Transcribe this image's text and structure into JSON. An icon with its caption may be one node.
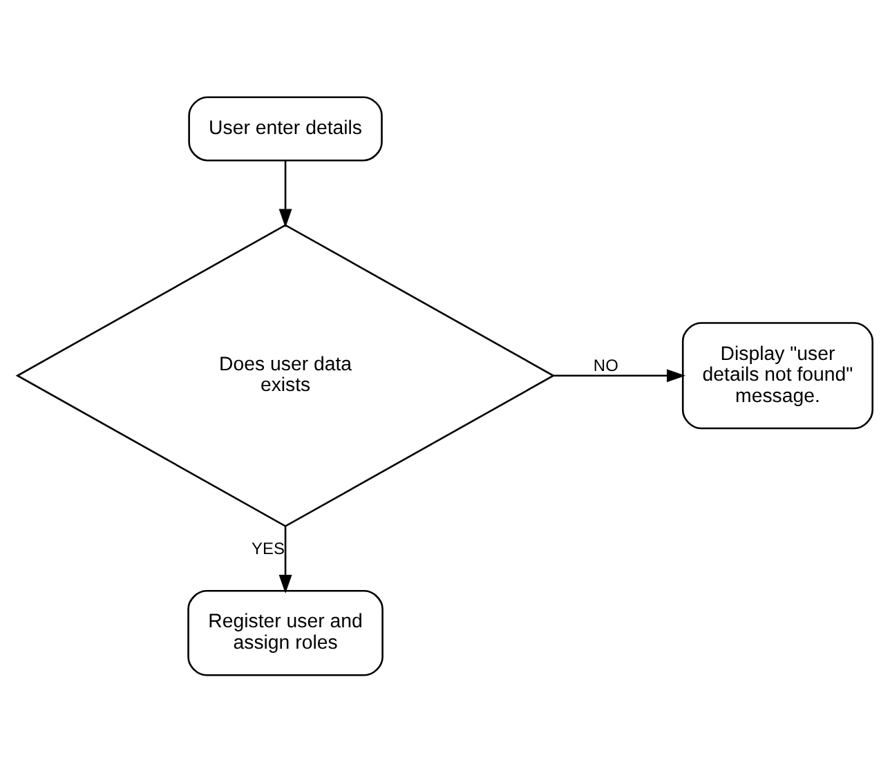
{
  "diagram": {
    "nodes": [
      {
        "text": [
          "User enter details"
        ]
      },
      {
        "text": [
          "Does user data exists"
        ]
      },
      {
        "text": [
          "Display \"user details not found\" message."
        ]
      },
      {
        "text": [
          "Register user and assign roles"
        ]
      }
    ],
    "edges": [
      {
        "from": 0,
        "to": 1,
        "arrow": "to"
      },
      {
        "from": 1,
        "to": 2,
        "arrow": "to",
        "label": "NO"
      },
      {
        "from": 1,
        "to": 3,
        "arrow": "to",
        "label": "YES"
      }
    ]
  }
}
